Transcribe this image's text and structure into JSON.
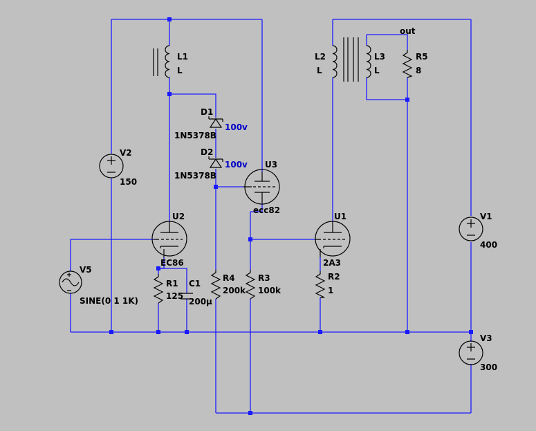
{
  "components": {
    "L1": {
      "ref": "L1",
      "value": "L"
    },
    "L2": {
      "ref": "L2",
      "value": "L"
    },
    "L3": {
      "ref": "L3",
      "value": "L"
    },
    "R5": {
      "ref": "R5",
      "value": "8"
    },
    "out": {
      "label": "out"
    },
    "D1": {
      "ref": "D1",
      "value": "1N5378B",
      "note": "100v"
    },
    "D2": {
      "ref": "D2",
      "value": "1N5378B",
      "note": "100v"
    },
    "U3": {
      "ref": "U3",
      "value": "ecc82"
    },
    "U2": {
      "ref": "U2",
      "value": "EC86"
    },
    "U1": {
      "ref": "U1",
      "value": "2A3"
    },
    "V1": {
      "ref": "V1",
      "value": "400"
    },
    "V2": {
      "ref": "V2",
      "value": "150"
    },
    "V3": {
      "ref": "V3",
      "value": "300"
    },
    "V5": {
      "ref": "V5",
      "value": "SINE(0 1 1K)"
    },
    "R1": {
      "ref": "R1",
      "value": "125"
    },
    "C1": {
      "ref": "C1",
      "value": "200µ"
    },
    "R4": {
      "ref": "R4",
      "value": "200k"
    },
    "R3": {
      "ref": "R3",
      "value": "100k"
    },
    "R2": {
      "ref": "R2",
      "value": "1"
    }
  }
}
